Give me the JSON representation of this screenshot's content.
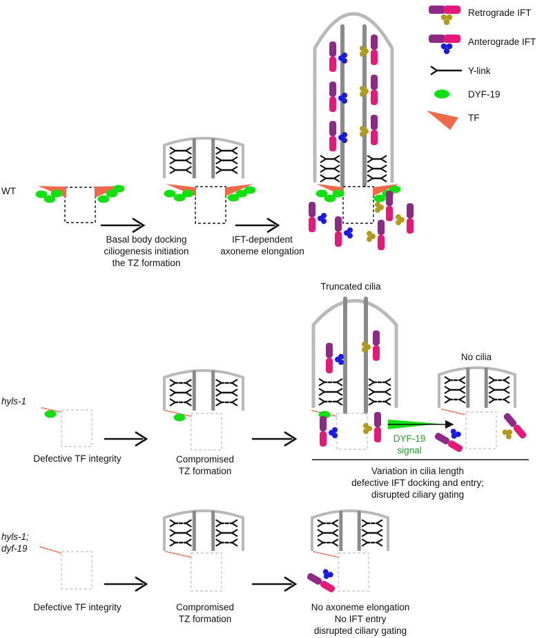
{
  "legend": [
    {
      "key": "retrograde",
      "label": "Retrograde IFT"
    },
    {
      "key": "anterograde",
      "label": "Anterograde IFT"
    },
    {
      "key": "ylink",
      "label": "Y-link"
    },
    {
      "key": "dyf19",
      "label": "DYF-19"
    },
    {
      "key": "tf",
      "label": "TF"
    }
  ],
  "colors": {
    "magenta": "#e6197a",
    "purple": "#8e2a86",
    "blue": "#1a1ae6",
    "olive": "#b39b1a",
    "green": "#11e011",
    "orange": "#f06a4a",
    "gray": "#b9b9b9",
    "darkgray": "#8a8a8a"
  },
  "rows": {
    "wt": {
      "label": "WT",
      "step1": [
        "Basal body docking",
        "ciliogenesis initiation",
        "the TZ formation"
      ],
      "step2": [
        "IFT-dependent",
        "axoneme elongation"
      ]
    },
    "hyls1": {
      "label": "hyls-1",
      "col1": "Defective TF integrity",
      "col2": [
        "Compromised",
        "TZ formation"
      ],
      "truncated": "Truncated cilia",
      "nocilia": "No cilia",
      "signal": [
        "DYF-19",
        "signal"
      ],
      "summary": [
        "Variation in cilia length",
        "defective IFT docking and entry;",
        "disrupted ciliary gating"
      ]
    },
    "double": {
      "label": [
        "hyls-1;",
        "dyf-19"
      ],
      "col1": "Defective TF integrity",
      "col2": [
        "Compromised",
        "TZ formation"
      ],
      "col3": [
        "No axoneme elongation",
        "No IFT entry",
        "disrupted ciliary gating"
      ]
    }
  }
}
